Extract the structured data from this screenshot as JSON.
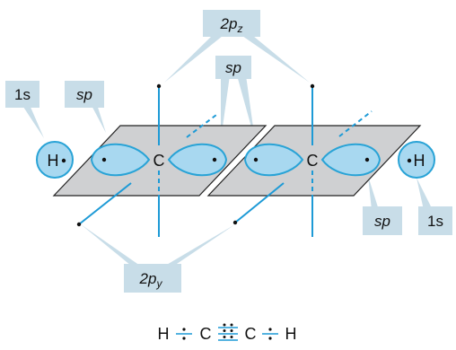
{
  "labels": {
    "p_z": {
      "base": "2p",
      "sub": "z"
    },
    "p_y": {
      "base": "2p",
      "sub": "y"
    },
    "sp_top": "sp",
    "sp_left": "sp",
    "sp_right": "sp",
    "one_s_left": "1s",
    "one_s_right": "1s"
  },
  "atoms": {
    "h_left": "H",
    "carbon_left": "C",
    "carbon_right": "C",
    "h_right": "H"
  },
  "formula": {
    "h1": "H",
    "c1": "C",
    "c2": "C",
    "h2": "H"
  },
  "colors": {
    "callout_fill": "#c8dde8",
    "plane_fill": "#cfd0d2",
    "plane_stroke": "#222222",
    "orbital_fill": "#a8d8f0",
    "orbital_stroke": "#29a3d6",
    "axis_line": "#1d9ad6",
    "electron_dot": "#111111"
  }
}
